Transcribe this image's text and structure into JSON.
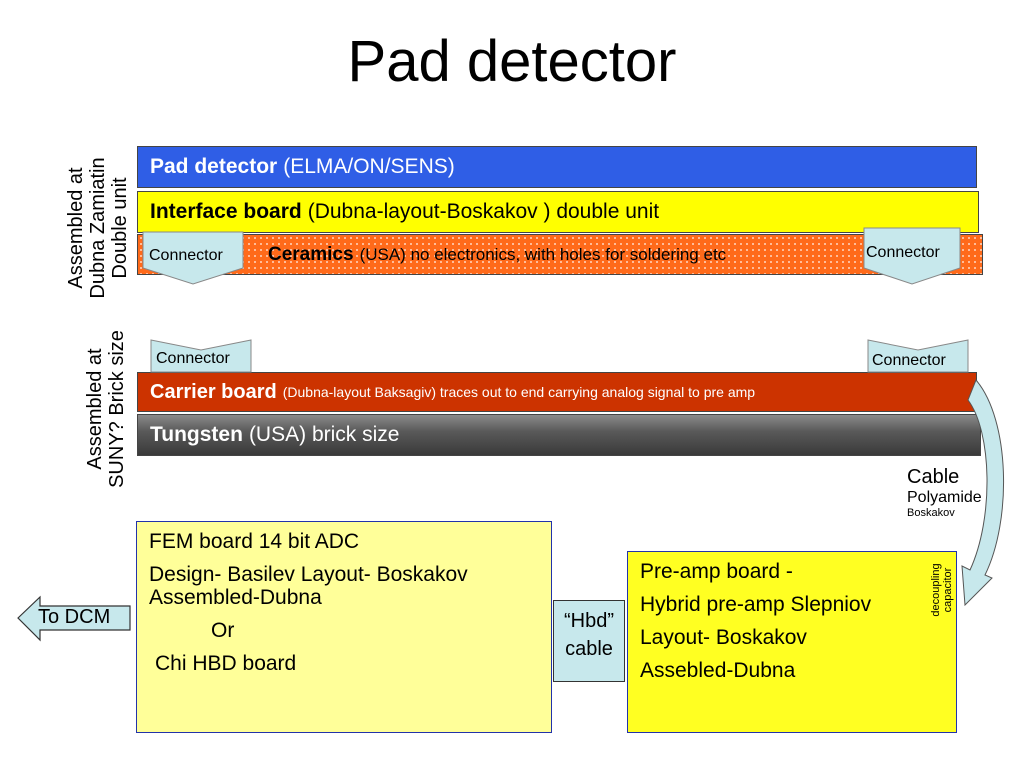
{
  "title": "Pad detector",
  "side_labels": {
    "top": [
      "Assembled at",
      "Dubna Zamiatin",
      "Double unit"
    ],
    "bottom": [
      "Assembled at",
      "SUNY? Brick size"
    ]
  },
  "bars": {
    "pad": {
      "bold": "Pad detector",
      "rest": "(ELMA/ON/SENS)"
    },
    "interface": {
      "bold": "Interface board",
      "rest": "(Dubna-layout-Boskakov ) double unit"
    },
    "ceramics": {
      "bold": "Ceramics",
      "rest": "(USA) no electronics, with holes for soldering etc"
    },
    "carrier": {
      "bold": "Carrier board",
      "rest": "(Dubna-layout Baksagiv) traces out to end carrying analog signal to pre amp"
    },
    "tungsten": {
      "bold": "Tungsten",
      "rest": "(USA)  brick size"
    }
  },
  "connectors": {
    "top_left": "Connector",
    "top_right": "Connector",
    "mid_left": "Connector",
    "mid_right": "Connector"
  },
  "cable": {
    "line1": "Cable",
    "line2": "Polyamide",
    "line3": "Boskakov"
  },
  "fem": [
    "FEM board  14 bit ADC",
    "Design- Basilev Layout- Boskakov",
    "Assembled-Dubna",
    "Or",
    "Chi HBD board"
  ],
  "preamp": [
    "Pre-amp board  -",
    "Hybrid pre-amp Slepniov",
    "Layout- Boskakov",
    "Assebled-Dubna"
  ],
  "decoupling": [
    "decoupling",
    "capacitor"
  ],
  "hbd": [
    "“Hbd”",
    "cable"
  ],
  "to_dcm": "To DCM",
  "colors": {
    "pad": "#2f5ee6",
    "interface": "#ffff00",
    "ceramics": "#ff6a1a",
    "carrier": "#cc3300",
    "tungsten": "#4a4a4a",
    "connector": "#c7e8ec",
    "fem": "#ffff99",
    "preamp": "#ffff22"
  }
}
